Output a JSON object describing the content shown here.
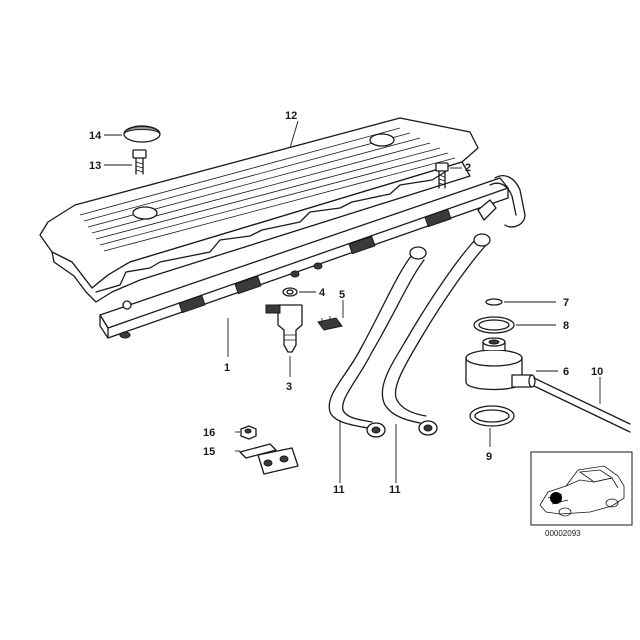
{
  "callouts": {
    "p1": "1",
    "p2": "2",
    "p3": "3",
    "p4": "4",
    "p5": "5",
    "p6": "6",
    "p7": "7",
    "p8": "8",
    "p9": "9",
    "p10": "10",
    "p11a": "11",
    "p11b": "11",
    "p12": "12",
    "p13": "13",
    "p14": "14",
    "p15": "15",
    "p16": "16"
  },
  "catalog_number": "00002093",
  "icons": {
    "engine_cover": "engine-cover-icon",
    "fuel_rail": "fuel-rail-icon",
    "injector": "fuel-injector-icon",
    "regulator": "pressure-regulator-icon",
    "car": "car-location-icon"
  }
}
